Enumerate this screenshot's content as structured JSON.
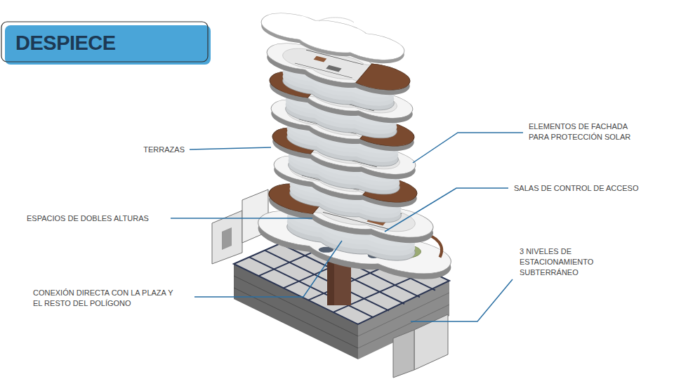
{
  "diagram": {
    "title": "DESPIECE",
    "labels": [
      "ELEMENTOS DE FACHADA PARA PROTECCIÓN SOLAR",
      "TERRAZAS",
      "SALAS DE CONTROL DE ACCESO",
      "ESPACIOS DE DOBLES ALTURAS",
      "3 NIVELES DE ESTACIONAMIENTO SUBTERRÁNEO",
      "CONEXIÓN DIRECTA CON LA PLAZA Y EL RESTO DEL POLÍGONO"
    ]
  }
}
